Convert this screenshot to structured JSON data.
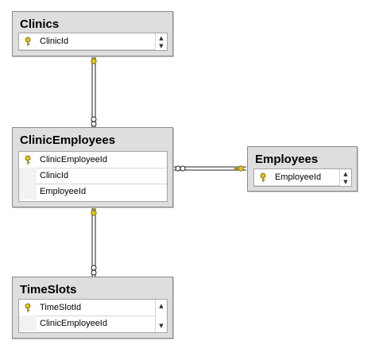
{
  "tables": {
    "clinics": {
      "title": "Clinics",
      "columns": [
        "ClinicId"
      ]
    },
    "clinic_employees": {
      "title": "ClinicEmployees",
      "columns": [
        "ClinicEmployeeId",
        "ClinicId",
        "EmployeeId"
      ]
    },
    "employees": {
      "title": "Employees",
      "columns": [
        "EmployeeId"
      ]
    },
    "time_slots": {
      "title": "TimeSlots",
      "columns": [
        "TimeSlotId",
        "ClinicEmployeeId"
      ]
    }
  },
  "icons": {
    "primary_key": "key-icon",
    "one_end": "key-icon",
    "many_end": "infinity-icon"
  },
  "colors": {
    "key": "#e3c51d",
    "connector": "#222222",
    "table_bg": "#dedede"
  }
}
